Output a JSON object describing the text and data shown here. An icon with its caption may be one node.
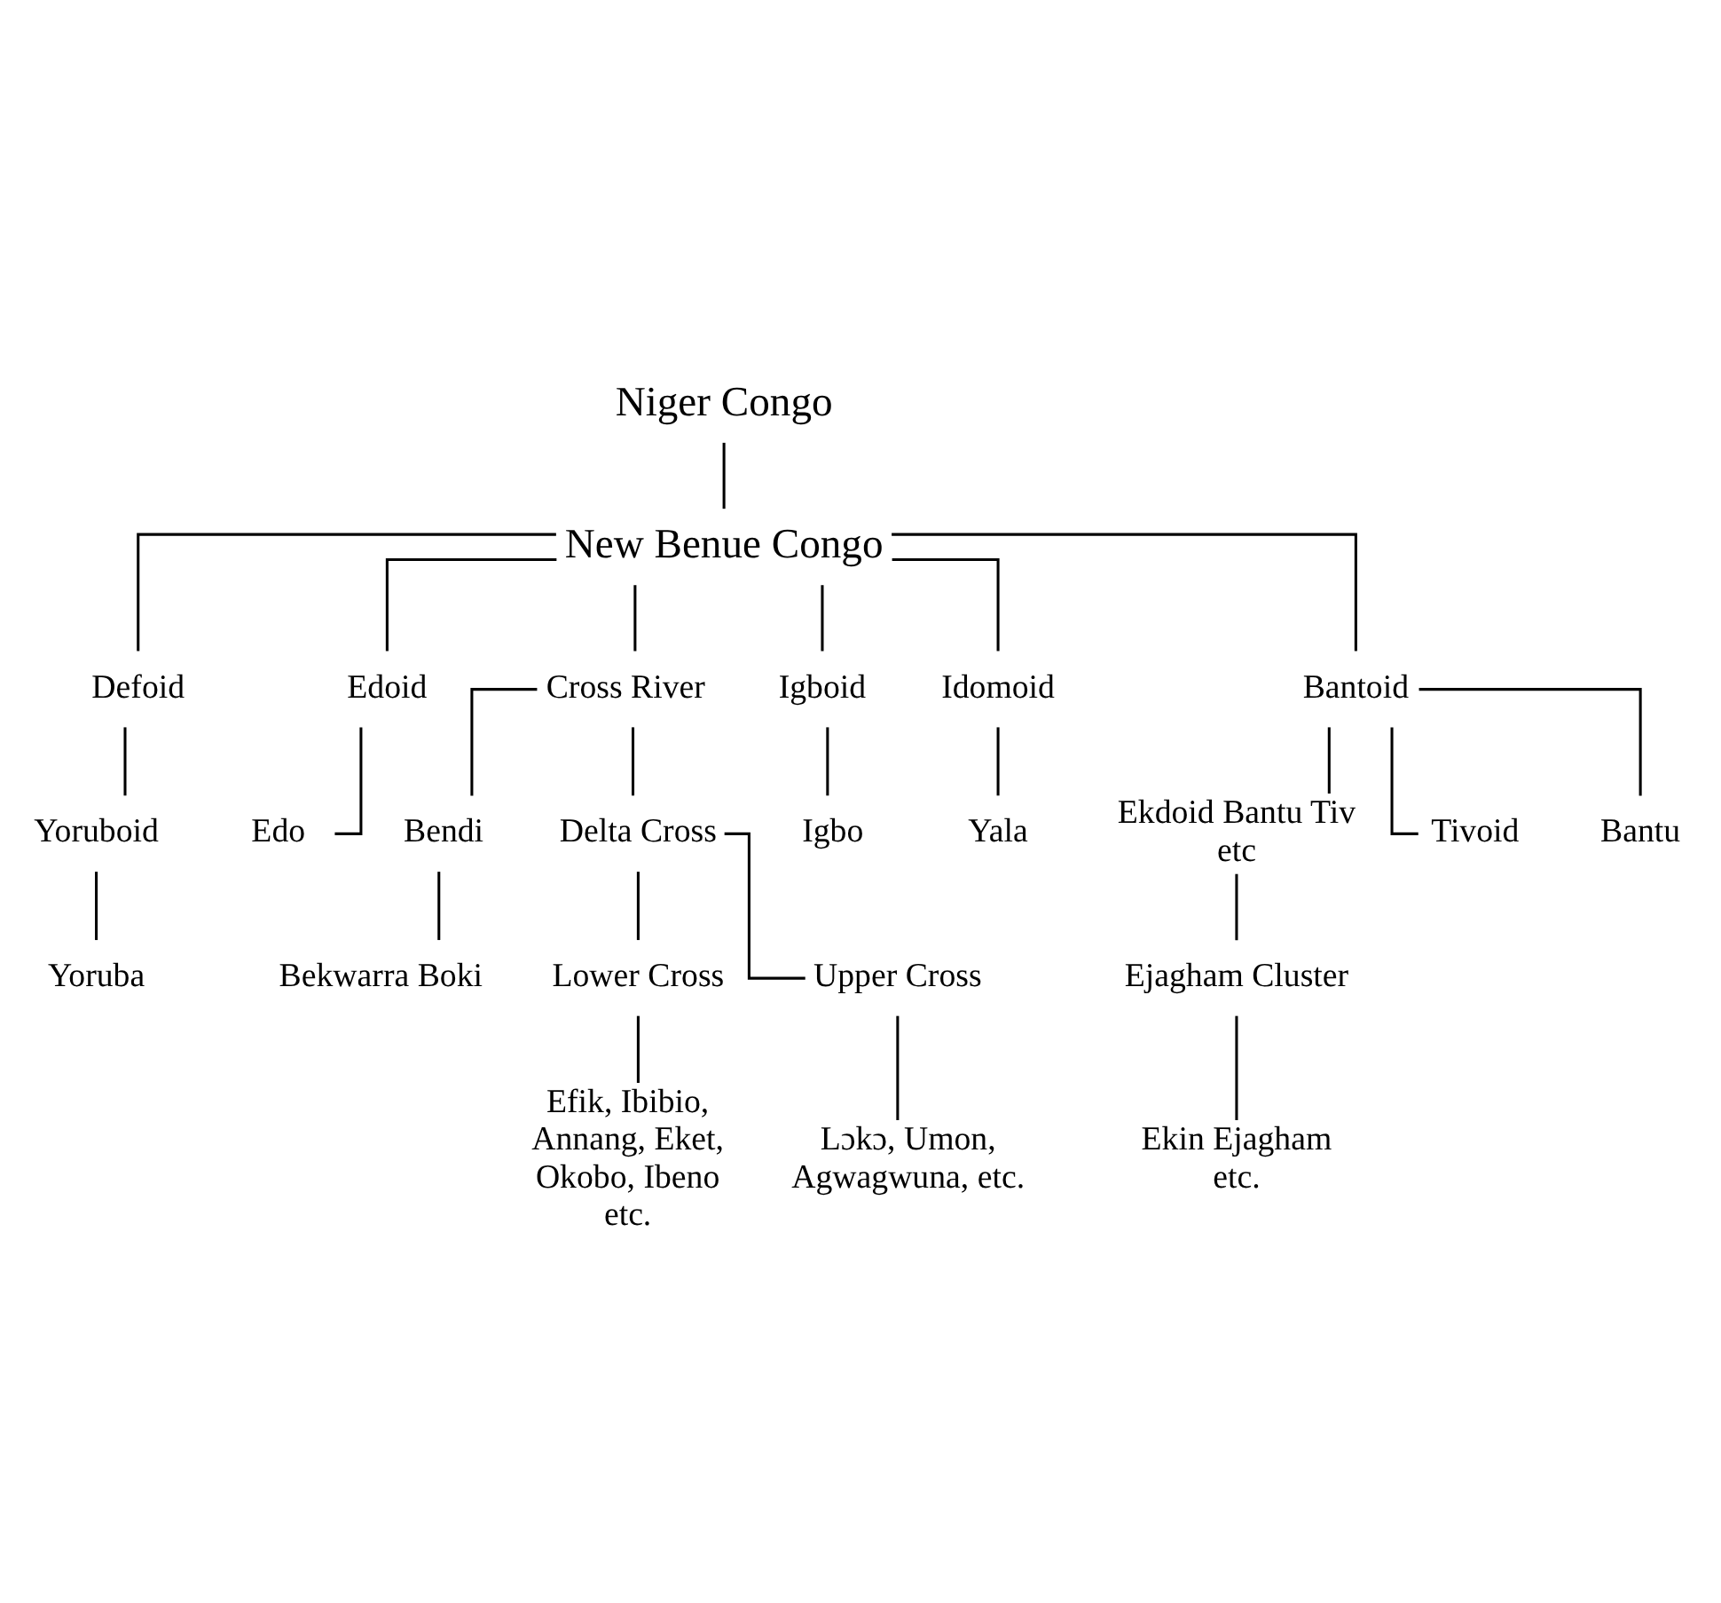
{
  "diagram": {
    "nodes": [
      {
        "text": [
          "Niger Congo"
        ]
      },
      {
        "text": [
          "New Benue Congo"
        ]
      },
      {
        "text": [
          "Defoid"
        ]
      },
      {
        "text": [
          "Edoid"
        ]
      },
      {
        "text": [
          "Cross River"
        ]
      },
      {
        "text": [
          "Igboid"
        ]
      },
      {
        "text": [
          "Idomoid"
        ]
      },
      {
        "text": [
          "Bantoid"
        ]
      },
      {
        "text": [
          "Yoruboid"
        ]
      },
      {
        "text": [
          "Edo"
        ]
      },
      {
        "text": [
          "Igbo"
        ]
      },
      {
        "text": [
          "Yala"
        ]
      },
      {
        "text": [
          "Bendi"
        ]
      },
      {
        "text": [
          "Delta Cross"
        ]
      },
      {
        "text": [
          "Yoruba"
        ]
      },
      {
        "text": [
          "Ekdoid Bantu Tiv etc"
        ]
      },
      {
        "text": [
          "Tivoid"
        ]
      },
      {
        "text": [
          "Bantu"
        ]
      },
      {
        "text": [
          "Bekwarra Boki"
        ]
      },
      {
        "text": [
          "Ejagham Cluster"
        ]
      },
      {
        "text": [
          "Lower Cross"
        ]
      },
      {
        "text": [
          "Upper Cross"
        ]
      },
      {
        "text": [
          "Ekin Ejagham etc."
        ]
      },
      {
        "text": [
          "Efik, Ibibio, Annang, Eket, Okobo, Ibeno etc."
        ]
      },
      {
        "text": [
          "Lɔkɔ, Umon, Agwagwuna, etc."
        ]
      }
    ],
    "edges": [
      {
        "from": 0,
        "to": 1,
        "arrow": "none"
      },
      {
        "from": 1,
        "to": 2,
        "arrow": "none"
      },
      {
        "from": 1,
        "to": 3,
        "arrow": "none"
      },
      {
        "from": 1,
        "to": 4,
        "arrow": "none"
      },
      {
        "from": 1,
        "to": 5,
        "arrow": "none"
      },
      {
        "from": 1,
        "to": 6,
        "arrow": "none"
      },
      {
        "from": 1,
        "to": 7,
        "arrow": "none"
      },
      {
        "from": 2,
        "to": 8,
        "arrow": "none"
      },
      {
        "from": 8,
        "to": 14,
        "arrow": "none"
      },
      {
        "from": 3,
        "to": 9,
        "arrow": "none"
      },
      {
        "from": 4,
        "to": 12,
        "arrow": "none"
      },
      {
        "from": 4,
        "to": 13,
        "arrow": "none"
      },
      {
        "from": 12,
        "to": 18,
        "arrow": "none"
      },
      {
        "from": 13,
        "to": 20,
        "arrow": "none"
      },
      {
        "from": 13,
        "to": 21,
        "arrow": "none"
      },
      {
        "from": 20,
        "to": 23,
        "arrow": "none"
      },
      {
        "from": 21,
        "to": 24,
        "arrow": "none"
      },
      {
        "from": 5,
        "to": 10,
        "arrow": "none"
      },
      {
        "from": 6,
        "to": 11,
        "arrow": "none"
      },
      {
        "from": 7,
        "to": 15,
        "arrow": "none"
      },
      {
        "from": 7,
        "to": 16,
        "arrow": "none"
      },
      {
        "from": 7,
        "to": 17,
        "arrow": "none"
      },
      {
        "from": 15,
        "to": 19,
        "arrow": "none"
      },
      {
        "from": 19,
        "to": 22,
        "arrow": "none"
      }
    ]
  }
}
